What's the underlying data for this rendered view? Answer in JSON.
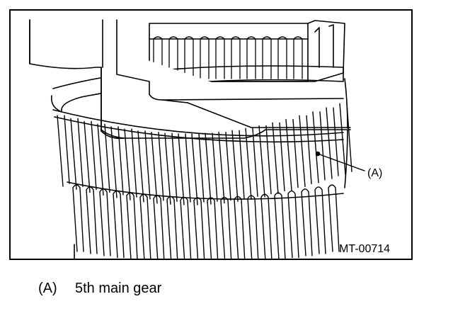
{
  "figure": {
    "callout_label": "(A)",
    "figure_code": "MT-00714"
  },
  "legend": {
    "key": "(A)",
    "description": "5th main gear"
  },
  "colors": {
    "line": "#000000",
    "background": "#ffffff"
  }
}
